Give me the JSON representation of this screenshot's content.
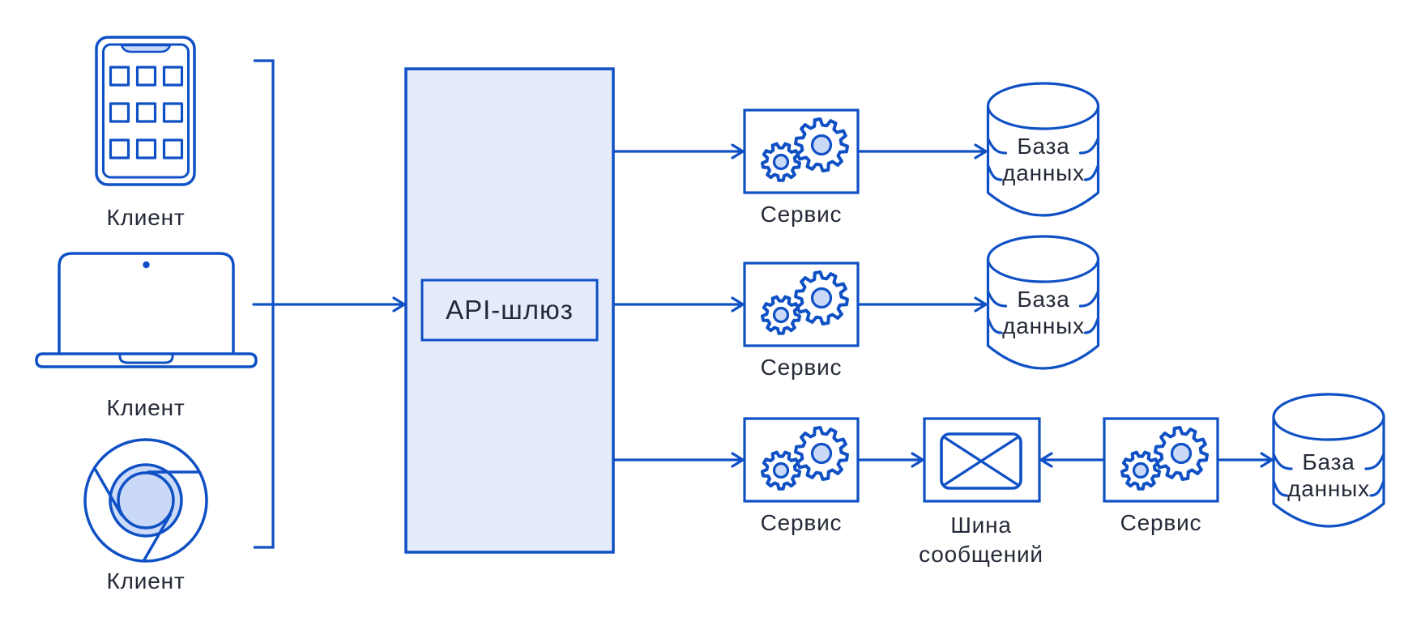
{
  "diagram": {
    "title_implied": "",
    "colors": {
      "stroke": "#0f50c5",
      "light_fill": "#e4ebfb",
      "icon_fill": "#c9d9f7",
      "text": "#252a38"
    },
    "clients": [
      {
        "label": "Клиент",
        "icon": "smartphone-icon"
      },
      {
        "label": "Клиент",
        "icon": "laptop-icon"
      },
      {
        "label": "Клиент",
        "icon": "browser-icon"
      }
    ],
    "gateway": {
      "label": "API-шлюз"
    },
    "services": [
      {
        "label": "Сервис",
        "icon": "gears-icon"
      },
      {
        "label": "Сервис",
        "icon": "gears-icon"
      },
      {
        "label": "Сервис",
        "icon": "gears-icon"
      },
      {
        "label": "Сервис",
        "icon": "gears-icon"
      }
    ],
    "databases": [
      {
        "line1": "База",
        "line2": "данных",
        "icon": "database-cylinder-icon"
      },
      {
        "line1": "База",
        "line2": "данных",
        "icon": "database-cylinder-icon"
      },
      {
        "line1": "База",
        "line2": "данных",
        "icon": "database-cylinder-icon"
      }
    ],
    "message_bus": {
      "line1": "Шина",
      "line2": "сообщений",
      "icon": "envelope-icon"
    }
  }
}
